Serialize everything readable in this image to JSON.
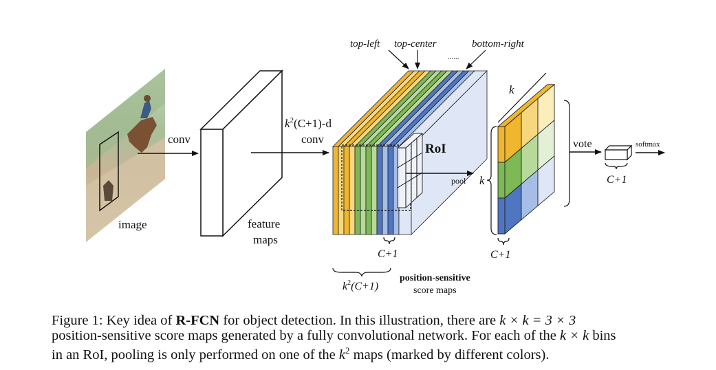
{
  "diagram": {
    "labels": {
      "image": "image",
      "conv1": "conv",
      "feature_maps_line1": "feature",
      "feature_maps_line2": "maps",
      "dim_k": "k",
      "dim_sup": "2",
      "dim_rest": "(C+1)-d",
      "conv2": "conv",
      "top_left": "top-left",
      "top_center": "top-center",
      "dots": "......",
      "bottom_right": "bottom-right",
      "roi": "RoI",
      "pool": "pool",
      "cplus1_maps": "C+1",
      "k2_base": "k",
      "k2_sup": "2",
      "k2_rest": "(C+1)",
      "ps_line1": "position-sensitive",
      "ps_line2": "score maps",
      "k_top": "k",
      "k_side": "k",
      "cplus1_grid": "C+1",
      "vote": "vote",
      "softmax": "softmax",
      "cplus1_out": "C+1"
    },
    "colors": {
      "orange": "#f0b62e",
      "orange_light": "#f7d77d",
      "green": "#7db955",
      "green_light": "#b7d99a",
      "blue": "#4f76c0",
      "blue_light": "#a6bde6",
      "pale_blue": "#dfe6f6"
    }
  },
  "caption": {
    "line1_a": "Figure 1: Key idea of ",
    "line1_b": "R-FCN",
    "line1_c": " for object detection. In this illustration, there are ",
    "line1_math": "k × k = 3 × 3",
    "line2_a": "position-sensitive score maps generated by a fully convolutional network. For each of the ",
    "line2_math": "k × k",
    "line2_b": " bins",
    "line3_a": "in an RoI, pooling is only performed on one of the ",
    "line3_math_base": "k",
    "line3_math_sup": "2",
    "line3_b": " maps (marked by different colors)."
  }
}
